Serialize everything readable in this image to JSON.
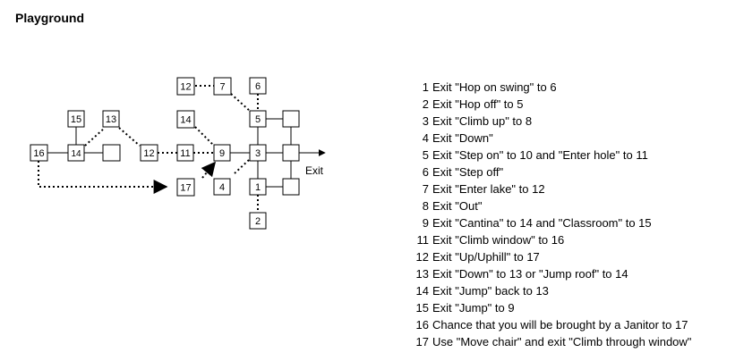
{
  "title": "Playground",
  "map": {
    "rooms": [
      {
        "id": "r12a",
        "label": "12"
      },
      {
        "id": "r7",
        "label": "7"
      },
      {
        "id": "r6",
        "label": "6"
      },
      {
        "id": "r5",
        "label": "5"
      },
      {
        "id": "rx1",
        "label": ""
      },
      {
        "id": "r15",
        "label": "15"
      },
      {
        "id": "r13",
        "label": "13"
      },
      {
        "id": "r14a",
        "label": "14"
      },
      {
        "id": "r16",
        "label": "16"
      },
      {
        "id": "r14b",
        "label": "14"
      },
      {
        "id": "rx2",
        "label": ""
      },
      {
        "id": "r12b",
        "label": "12"
      },
      {
        "id": "r11",
        "label": "11"
      },
      {
        "id": "r9",
        "label": "9"
      },
      {
        "id": "r3",
        "label": "3"
      },
      {
        "id": "rx3",
        "label": ""
      },
      {
        "id": "r17",
        "label": "17"
      },
      {
        "id": "r4",
        "label": "4"
      },
      {
        "id": "r1",
        "label": "1"
      },
      {
        "id": "rx4",
        "label": ""
      },
      {
        "id": "r2",
        "label": "2"
      }
    ],
    "exit_label": "Exit"
  },
  "legend": [
    {
      "num": "1",
      "text": "Exit \"Hop on swing\" to 6"
    },
    {
      "num": "2",
      "text": "Exit \"Hop off\" to 5"
    },
    {
      "num": "3",
      "text": "Exit \"Climb up\" to 8"
    },
    {
      "num": "4",
      "text": "Exit \"Down\""
    },
    {
      "num": "5",
      "text": "Exit \"Step on\" to 10 and \"Enter hole\" to 11"
    },
    {
      "num": "6",
      "text": "Exit \"Step off\""
    },
    {
      "num": "7",
      "text": "Exit \"Enter lake\" to 12"
    },
    {
      "num": "8",
      "text": "Exit \"Out\""
    },
    {
      "num": "9",
      "text": "Exit \"Cantina\" to 14 and \"Classroom\" to 15"
    },
    {
      "num": "11",
      "text": "Exit \"Climb window\" to 16"
    },
    {
      "num": "12",
      "text": "Exit \"Up/Uphill\" to 17"
    },
    {
      "num": "13",
      "text": "Exit \"Down\" to 13 or \"Jump roof\" to 14"
    },
    {
      "num": "14",
      "text": "Exit \"Jump\" back to 13"
    },
    {
      "num": "15",
      "text": "Exit \"Jump\" to 9"
    },
    {
      "num": "16",
      "text": "Chance that you will be brought by a Janitor to 17"
    },
    {
      "num": "17",
      "text": "Use \"Move chair\" and exit \"Climb through window\""
    }
  ]
}
